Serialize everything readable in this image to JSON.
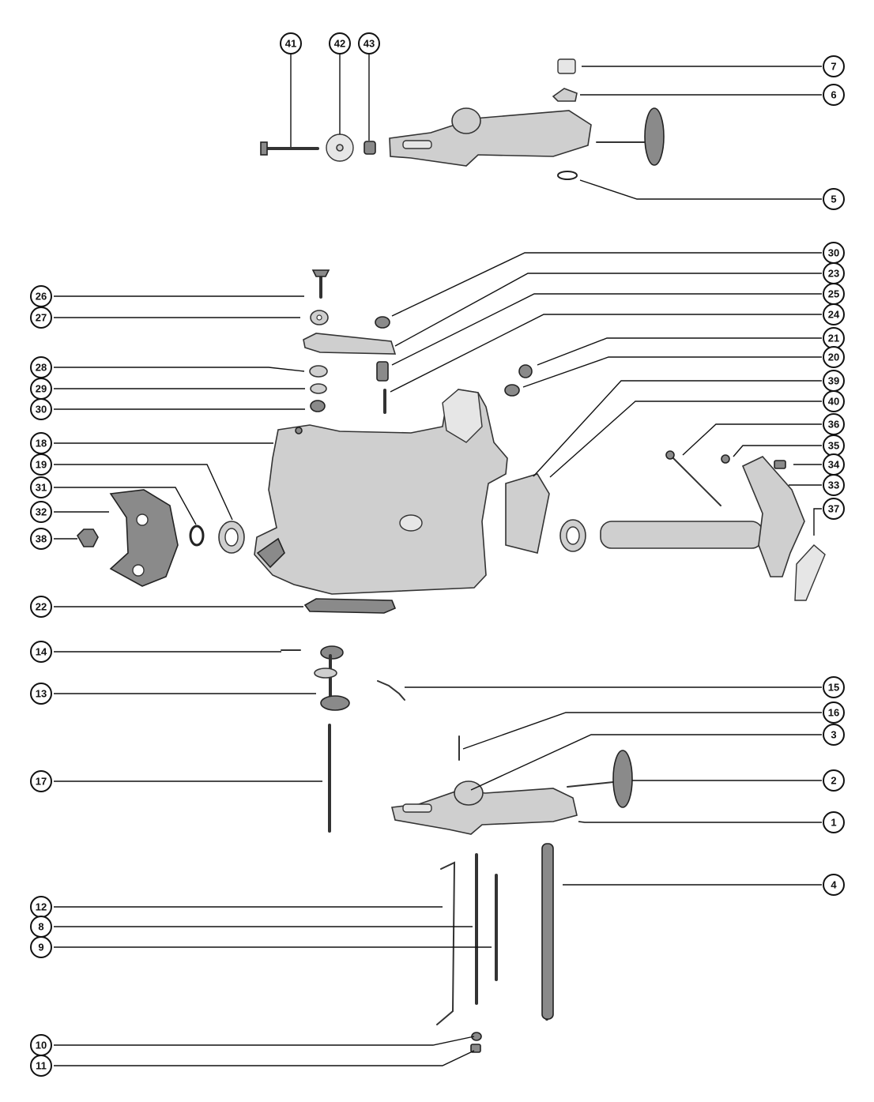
{
  "diagram": {
    "callouts": [
      {
        "id": "c41",
        "label": "41"
      },
      {
        "id": "c42",
        "label": "42"
      },
      {
        "id": "c43",
        "label": "43"
      },
      {
        "id": "c7",
        "label": "7"
      },
      {
        "id": "c6",
        "label": "6"
      },
      {
        "id": "c5",
        "label": "5"
      },
      {
        "id": "c30a",
        "label": "30"
      },
      {
        "id": "c23",
        "label": "23"
      },
      {
        "id": "c25",
        "label": "25"
      },
      {
        "id": "c24",
        "label": "24"
      },
      {
        "id": "c21",
        "label": "21"
      },
      {
        "id": "c20",
        "label": "20"
      },
      {
        "id": "c39",
        "label": "39"
      },
      {
        "id": "c40",
        "label": "40"
      },
      {
        "id": "c36",
        "label": "36"
      },
      {
        "id": "c35",
        "label": "35"
      },
      {
        "id": "c34",
        "label": "34"
      },
      {
        "id": "c33",
        "label": "33"
      },
      {
        "id": "c37",
        "label": "37"
      },
      {
        "id": "c26",
        "label": "26"
      },
      {
        "id": "c27",
        "label": "27"
      },
      {
        "id": "c28",
        "label": "28"
      },
      {
        "id": "c29",
        "label": "29"
      },
      {
        "id": "c30b",
        "label": "30"
      },
      {
        "id": "c18",
        "label": "18"
      },
      {
        "id": "c19",
        "label": "19"
      },
      {
        "id": "c31",
        "label": "31"
      },
      {
        "id": "c32",
        "label": "32"
      },
      {
        "id": "c38",
        "label": "38"
      },
      {
        "id": "c22",
        "label": "22"
      },
      {
        "id": "c14",
        "label": "14"
      },
      {
        "id": "c13",
        "label": "13"
      },
      {
        "id": "c15",
        "label": "15"
      },
      {
        "id": "c16",
        "label": "16"
      },
      {
        "id": "c3",
        "label": "3"
      },
      {
        "id": "c17",
        "label": "17"
      },
      {
        "id": "c2",
        "label": "2"
      },
      {
        "id": "c1",
        "label": "1"
      },
      {
        "id": "c4",
        "label": "4"
      },
      {
        "id": "c12",
        "label": "12"
      },
      {
        "id": "c8",
        "label": "8"
      },
      {
        "id": "c9",
        "label": "9"
      },
      {
        "id": "c10",
        "label": "10"
      },
      {
        "id": "c11",
        "label": "11"
      }
    ]
  }
}
